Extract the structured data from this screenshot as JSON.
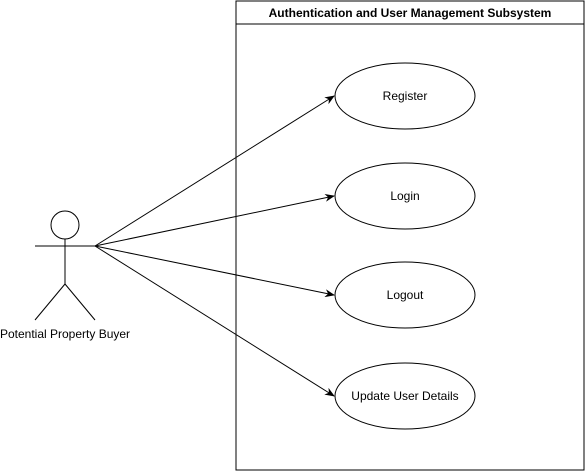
{
  "subsystem": {
    "title": "Authentication and User Management Subsystem"
  },
  "actor": {
    "name": "Potential Property Buyer"
  },
  "use_cases": [
    {
      "id": "register",
      "label": "Register"
    },
    {
      "id": "login",
      "label": "Login"
    },
    {
      "id": "logout",
      "label": "Logout"
    },
    {
      "id": "update-user-details",
      "label": "Update User Details"
    }
  ],
  "colors": {
    "stroke": "#000000",
    "background": "#ffffff"
  }
}
